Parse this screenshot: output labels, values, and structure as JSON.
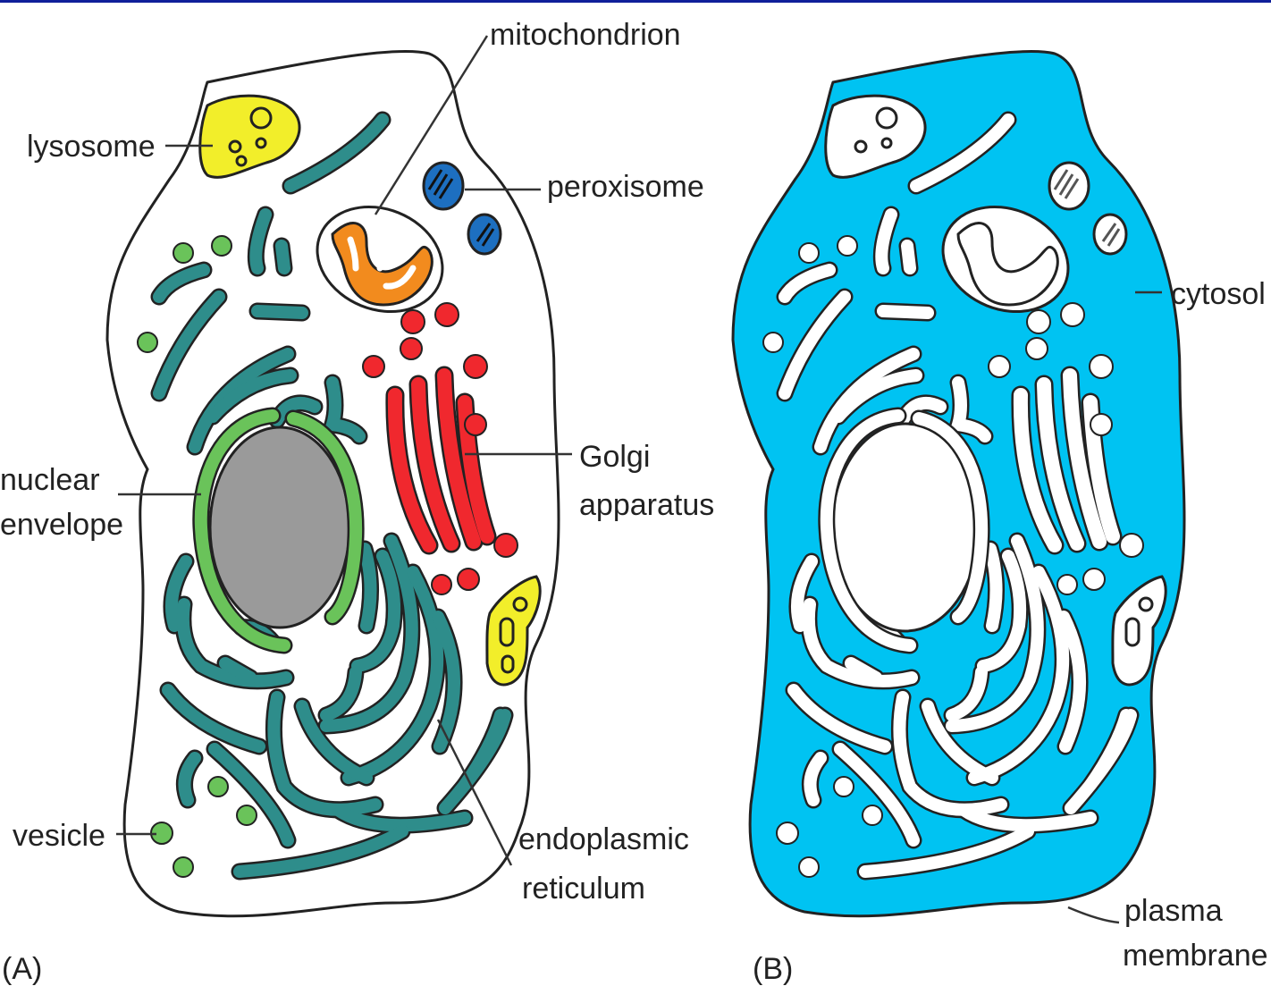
{
  "panel_a": {
    "tag": "(A)",
    "labels": {
      "lysosome": "lysosome",
      "mitochondrion": "mitochondrion",
      "peroxisome": "peroxisome",
      "nuclear_envelope_line1": "nuclear",
      "nuclear_envelope_line2": "envelope",
      "golgi_line1": "Golgi",
      "golgi_line2": "apparatus",
      "vesicle": "vesicle",
      "er_line1": "endoplasmic",
      "er_line2": "reticulum"
    }
  },
  "panel_b": {
    "tag": "(B)",
    "labels": {
      "cytosol": "cytosol",
      "plasma_membrane_line1": "plasma",
      "plasma_membrane_line2": "membrane"
    }
  },
  "colors": {
    "frame_bar": "#0f1f9a",
    "cytosol": "#00c3f2",
    "er": "#2e8d8b",
    "nuclear_envelope": "#6ac35a",
    "nucleus": "#9a9a9a",
    "lysosome": "#f2ee2a",
    "mitochondrion": "#f28b1e",
    "peroxisome": "#1d6fc0",
    "golgi": "#f0282e",
    "vesicle": "#6ac35a"
  }
}
